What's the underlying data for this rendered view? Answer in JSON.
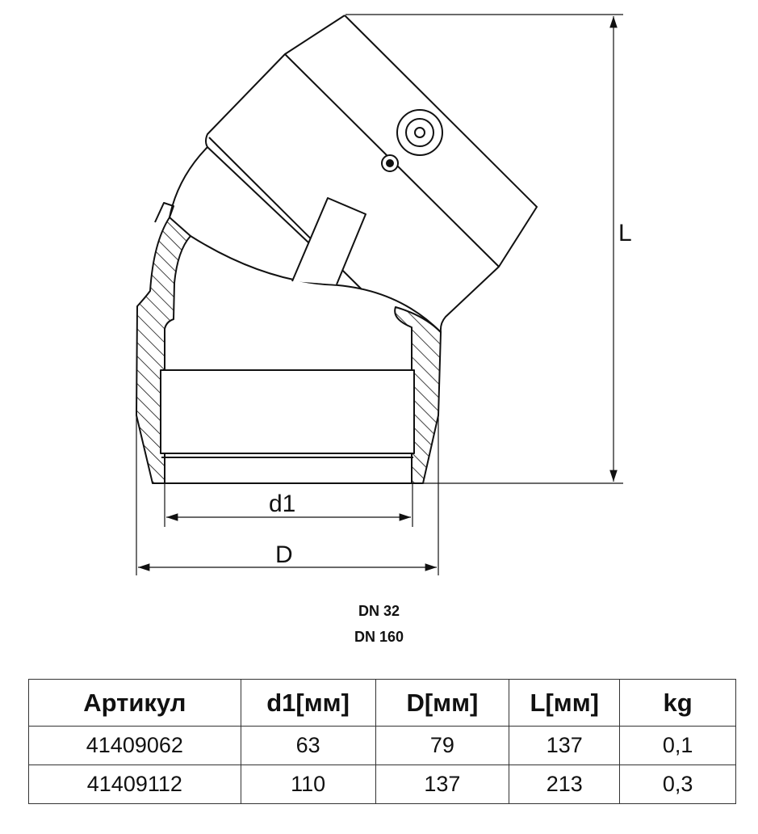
{
  "dimensions": {
    "length_label": "L",
    "inner_diameter_label": "d1",
    "outer_diameter_label": "D"
  },
  "size_range": {
    "min": "DN 32",
    "max": "DN 160"
  },
  "table": {
    "headers": [
      "Артикул",
      "d1[мм]",
      "D[мм]",
      "L[мм]",
      "kg"
    ],
    "rows": [
      [
        "41409062",
        "63",
        "79",
        "137",
        "0,1"
      ],
      [
        "41409112",
        "110",
        "137",
        "213",
        "0,3"
      ]
    ]
  }
}
